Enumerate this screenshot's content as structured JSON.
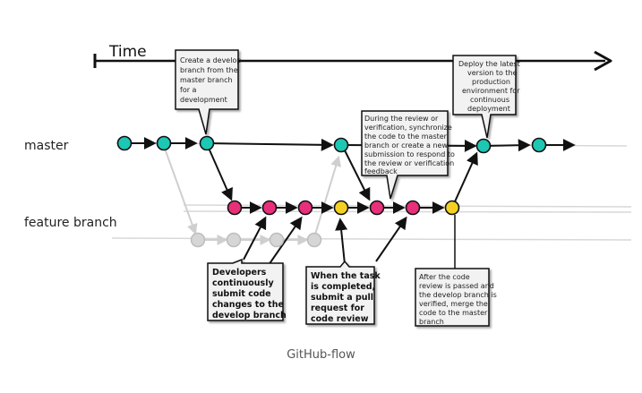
{
  "diagram": {
    "time_label": "Time",
    "lanes": {
      "master": "master",
      "feature": "feature branch"
    },
    "colors": {
      "master_commit": "#1ec6b4",
      "develop_commit": "#e8307a",
      "merge_commit": "#f5d024",
      "feature_commit": "#d6d6d6",
      "line": "#111111",
      "faint_line": "#cccccc"
    },
    "callouts": {
      "create_develop": [
        "Create a develop",
        "branch from the",
        "master branch",
        "for a",
        "development"
      ],
      "during_review": [
        "During the review or",
        "verification, synchronize",
        "the code to the master",
        "branch or create a new",
        "submission to respond to",
        "the review or verification",
        "feedback"
      ],
      "deploy_latest": [
        "Deploy the latest",
        "version to the",
        "production",
        "environment for",
        "continuous",
        "deployment"
      ],
      "developers_submit": [
        "Developers",
        "continuously",
        "submit code",
        "changes to the",
        "develop branch"
      ],
      "task_completed": [
        "When the task",
        "is completed,",
        "submit a pull",
        "request for",
        "code review"
      ],
      "after_review": [
        "After the code",
        "review is passed and",
        "the develop branch is",
        "verified, merge the",
        "code to the master",
        "branch"
      ]
    }
  },
  "caption": "GitHub-flow"
}
